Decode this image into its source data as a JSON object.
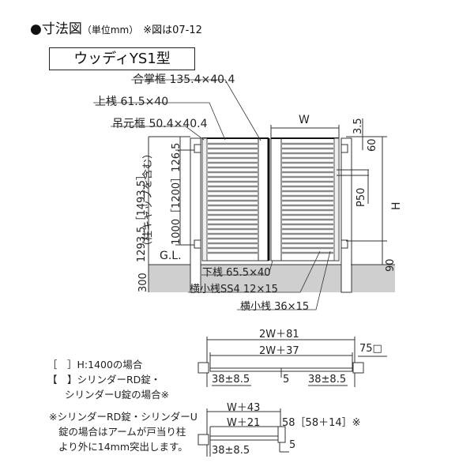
{
  "header": {
    "bullet": "●",
    "title": "寸法図",
    "unit": "（単位mm）",
    "note": "※図は07-12"
  },
  "model": {
    "name": "ウッディYS1型"
  },
  "part_labels": {
    "gassho_frame": "合掌框 135.4×40.4",
    "upper_rail": "上桟 61.5×40",
    "hinge_frame": "吊元框 50.4×40.4",
    "lower_rail": "下桟 65.5×40",
    "slat_ss4": "横小桟SS4 12×15",
    "slat": "横小桟 36×15"
  },
  "front_view": {
    "width_label": "W",
    "height_label": "H",
    "dim_top_gap": "3.5",
    "dim_hinge_top": "60",
    "dim_pitch": "P50",
    "dim_bottom_gap": "90",
    "dim_hinge_span": "1000［1200］126.5",
    "dim_post_height": "1293.5［1493.5］",
    "dim_post_cap": "（柱キャップを含む）",
    "ground_label": "G.L.",
    "ground_depth": "300"
  },
  "plan_double": {
    "outer": "2W＋81",
    "inner": "2W＋37",
    "post_size": "75□",
    "left_offset": "38±8.5",
    "center_gap": "5",
    "right_offset": "38±8.5"
  },
  "plan_single": {
    "outer": "W＋43",
    "inner": "W＋21",
    "depth": "58［58＋14］※",
    "left_offset": "38±8.5",
    "end_gap": "5"
  },
  "notes": {
    "bracket_h": "［　］H:1400の場合",
    "bracket_lock_1": "【　】シリンダーRD錠・",
    "bracket_lock_2": "シリンダーU錠の場合※",
    "footnote_1": "※シリンダーRD錠・シリンダーU",
    "footnote_2": "錠の場合はアームが戸当り柱",
    "footnote_3": "より外に14mm突出します。"
  },
  "colors": {
    "line": "#333333",
    "ground": "#cfcfcf",
    "slat": "#8a8a8a",
    "frame_dark": "#111111"
  }
}
